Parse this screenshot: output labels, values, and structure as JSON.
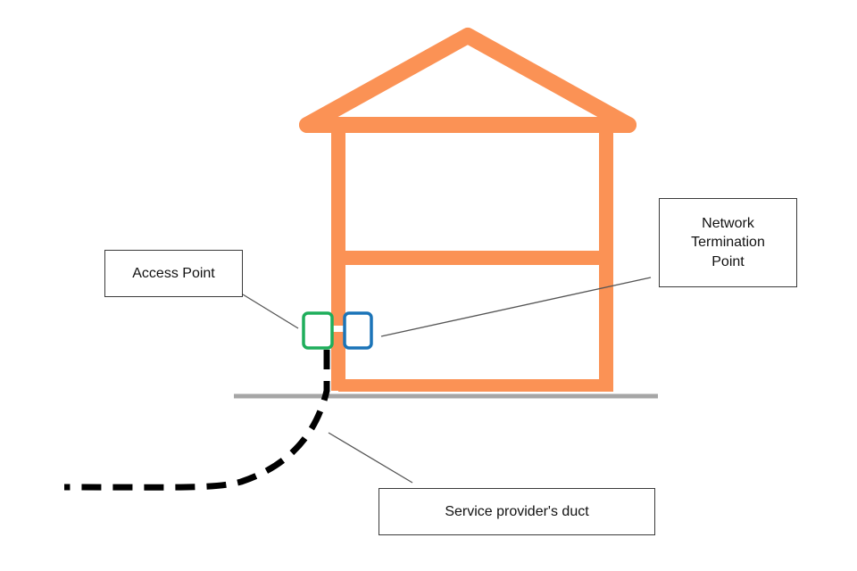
{
  "diagram": {
    "labels": {
      "access_point": "Access Point",
      "network_termination_point": "Network\nTermination\nPoint",
      "service_provider_duct": "Service provider's duct"
    },
    "colors": {
      "house": "#fb9255",
      "ground": "#a6a6a6",
      "access_point": "#1fae5b",
      "network_termination_point": "#1b74b8",
      "duct": "#000000",
      "leader_line": "#555555",
      "box_border": "#3a3a3a"
    },
    "elements": [
      "house",
      "ground-line",
      "access-point",
      "network-termination-point",
      "service-provider-duct"
    ]
  }
}
